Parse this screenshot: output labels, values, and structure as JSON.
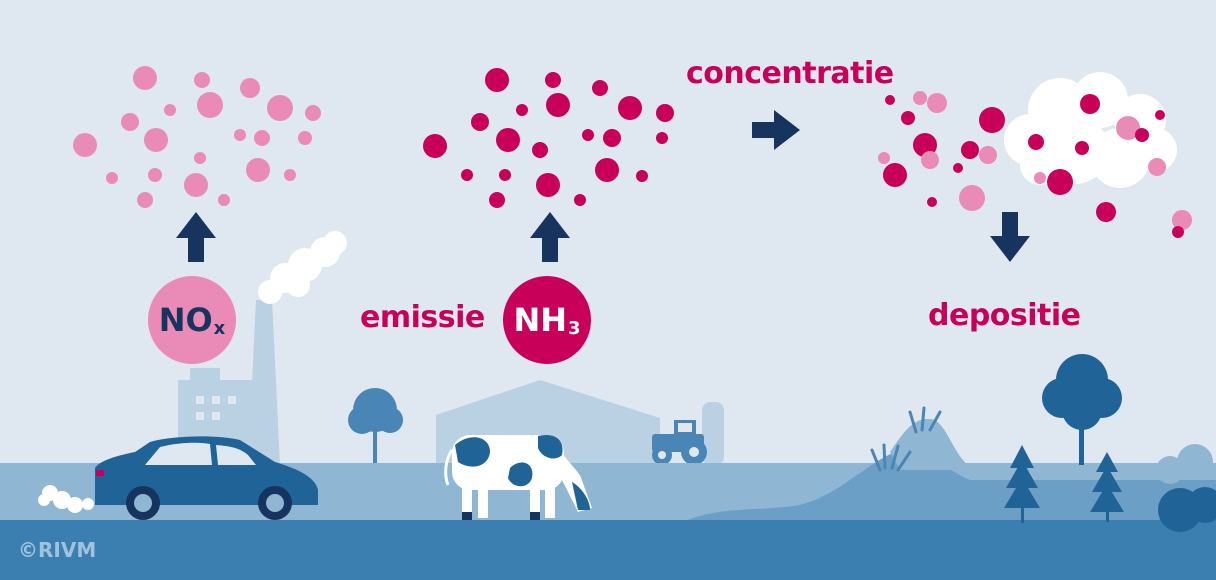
{
  "labels": {
    "concentration": "concentratie",
    "emission": "emissie",
    "deposition": "depositie",
    "copyright": "©RIVM"
  },
  "badges": {
    "nox": {
      "main": "NO",
      "sub": "x"
    },
    "nh3": {
      "main": "NH",
      "sub": "3"
    }
  },
  "colors": {
    "background": "#dfe8f0",
    "magenta": "#c8005a",
    "pink": "#e98bb6",
    "navy": "#16345e",
    "blue_dark": "#1f6397",
    "blue_mid": "#4a86b5",
    "ground_light": "#8fb6d2",
    "ground_dark": "#3b7fb0",
    "background_shapes": "#b9d1e2",
    "white": "#ffffff"
  },
  "icons": [
    "up-arrow-icon",
    "right-arrow-icon",
    "down-arrow-icon",
    "car-icon",
    "factory-icon",
    "cow-icon",
    "tractor-icon",
    "barn-icon",
    "tree-icon",
    "cloud-icon",
    "plant-icon"
  ]
}
